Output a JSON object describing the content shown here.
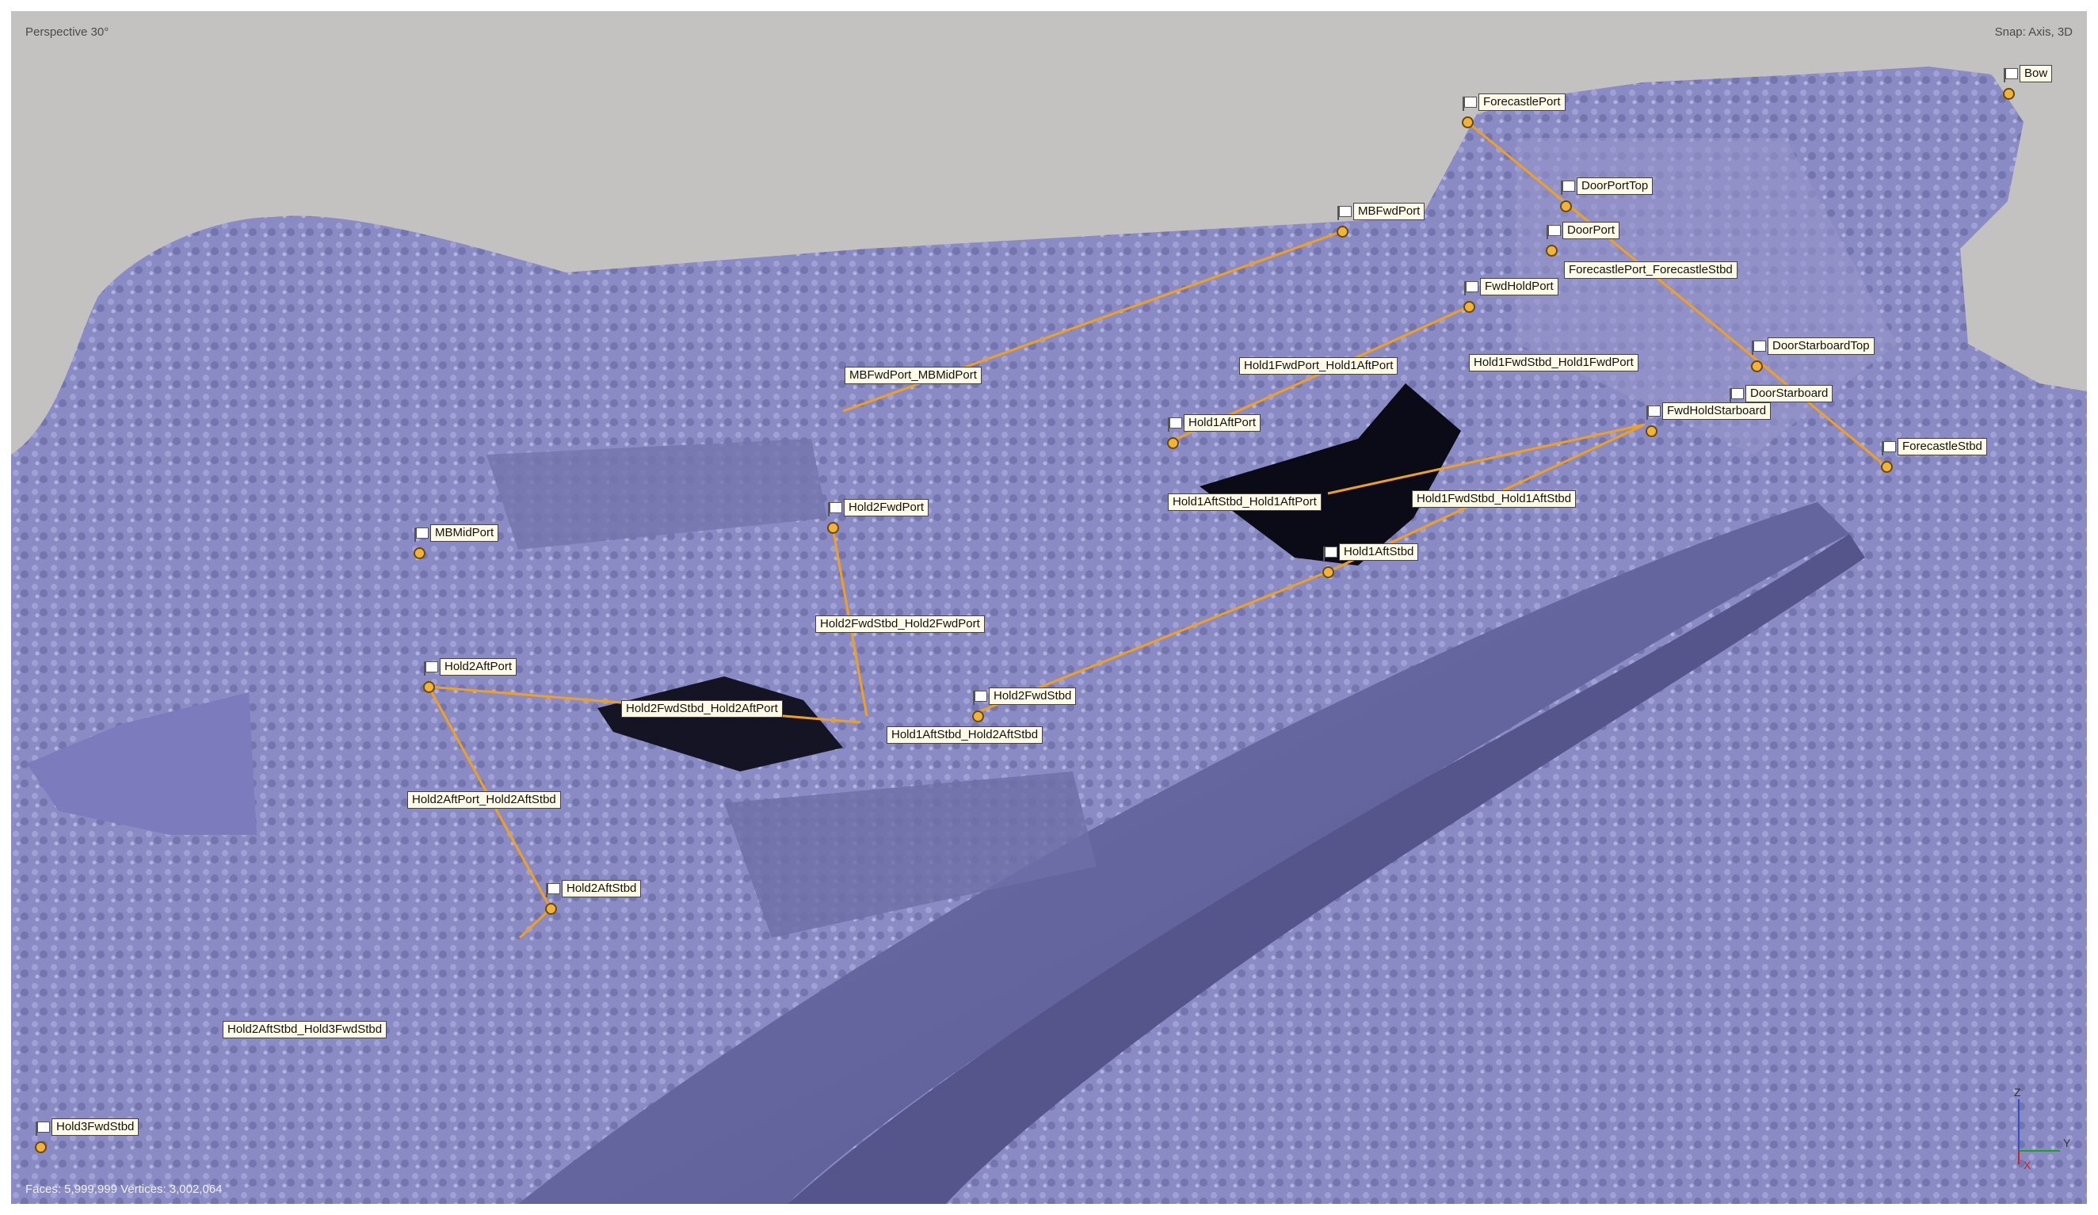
{
  "viewport": {
    "camera_label": "Perspective 30°",
    "snap_label": "Snap: Axis, 3D",
    "stats_label": "Faces: 5,999,999 Vertices: 3,002,064"
  },
  "markers": [
    {
      "id": "bow",
      "label": "Bow"
    },
    {
      "id": "forecastle-port",
      "label": "ForecastlePort"
    },
    {
      "id": "door-port-top",
      "label": "DoorPortTop"
    },
    {
      "id": "door-port",
      "label": "DoorPort"
    },
    {
      "id": "mb-fwd-port",
      "label": "MBFwdPort"
    },
    {
      "id": "fwd-hold-port",
      "label": "FwdHoldPort"
    },
    {
      "id": "door-starboard-top",
      "label": "DoorStarboardTop"
    },
    {
      "id": "door-starboard",
      "label": "DoorStarboard"
    },
    {
      "id": "fwd-hold-starboard",
      "label": "FwdHoldStarboard"
    },
    {
      "id": "forecastle-stbd",
      "label": "ForecastleStbd"
    },
    {
      "id": "hold1-aft-port",
      "label": "Hold1AftPort"
    },
    {
      "id": "hold1-aft-stbd",
      "label": "Hold1AftStbd"
    },
    {
      "id": "mb-mid-port",
      "label": "MBMidPort"
    },
    {
      "id": "hold2-fwd-port",
      "label": "Hold2FwdPort"
    },
    {
      "id": "hold2-aft-port",
      "label": "Hold2AftPort"
    },
    {
      "id": "hold2-fwd-stbd",
      "label": "Hold2FwdStbd"
    },
    {
      "id": "hold2-aft-stbd",
      "label": "Hold2AftStbd"
    },
    {
      "id": "hold3-fwd-stbd",
      "label": "Hold3FwdStbd"
    }
  ],
  "distances": [
    {
      "id": "forecastle",
      "label": "ForecastlePort_ForecastleStbd"
    },
    {
      "id": "mb",
      "label": "MBFwdPort_MBMidPort"
    },
    {
      "id": "h1fp-h1ap",
      "label": "Hold1FwdPort_Hold1AftPort"
    },
    {
      "id": "h1fs-h1fp",
      "label": "Hold1FwdStbd_Hold1FwdPort"
    },
    {
      "id": "h1as-h1ap",
      "label": "Hold1AftStbd_Hold1AftPort"
    },
    {
      "id": "h1fs-h1as",
      "label": "Hold1FwdStbd_Hold1AftStbd"
    },
    {
      "id": "h2fs-h2fp",
      "label": "Hold2FwdStbd_Hold2FwdPort"
    },
    {
      "id": "h2fs-h2ap",
      "label": "Hold2FwdStbd_Hold2AftPort"
    },
    {
      "id": "h1as-h2as",
      "label": "Hold1AftStbd_Hold2AftStbd"
    },
    {
      "id": "h2ap-h2as",
      "label": "Hold2AftPort_Hold2AftStbd"
    },
    {
      "id": "h2as-h3fs",
      "label": "Hold2AftStbd_Hold3FwdStbd"
    }
  ],
  "axis": {
    "z": "Z",
    "y": "Y",
    "x": "X"
  },
  "colors": {
    "background": "#c4c2c0",
    "mesh": "#8c8cc6",
    "measure_line": "#f0a020",
    "label_bg": "#fffbe6"
  }
}
